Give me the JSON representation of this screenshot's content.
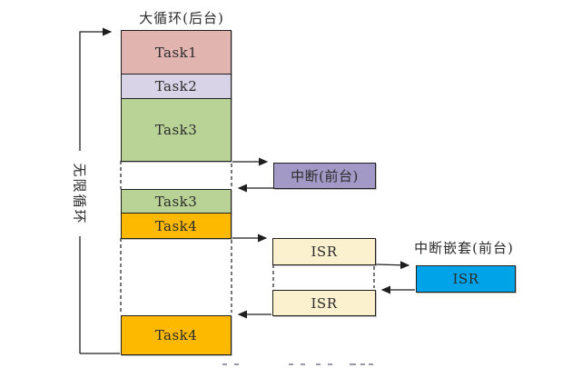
{
  "background_column": {
    "title": "大循环(后台)",
    "blocks": [
      {
        "label": "Task1",
        "color": "#e2b4b0"
      },
      {
        "label": "Task2",
        "color": "#d9d3e7"
      },
      {
        "label": "Task3",
        "color": "#b9d295"
      },
      {
        "label": "Task3",
        "color": "#b9d295"
      },
      {
        "label": "Task4",
        "color": "#fdb800"
      },
      {
        "label": "Task4",
        "color": "#fdb800"
      }
    ]
  },
  "infinite_loop_label": "无限循环",
  "foreground": {
    "interrupt_box": {
      "label": "中断(前台)",
      "color": "#a299c6"
    },
    "isr_first": {
      "label": "ISR",
      "color": "#fbf1cf"
    },
    "isr_second": {
      "label": "ISR",
      "color": "#fbf1cf"
    },
    "nested": {
      "title": "中断嵌套(前台)",
      "isr_box": {
        "label": "ISR",
        "color": "#00a3e8"
      }
    }
  },
  "line_color": "#1f1f1f"
}
